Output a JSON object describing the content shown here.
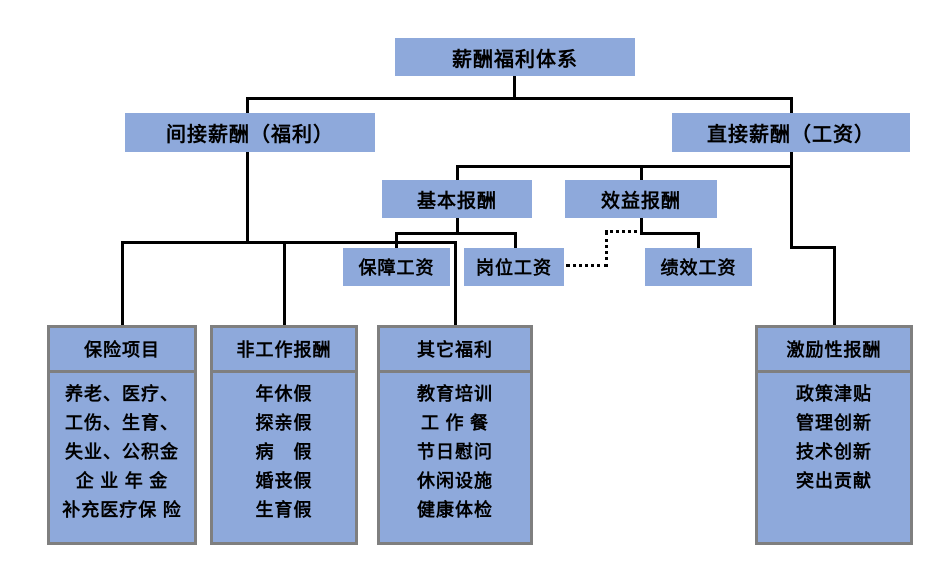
{
  "diagram": {
    "title_node": {
      "label": "薪酬福利体系"
    },
    "level2": {
      "indirect": {
        "label": "间接薪酬（福利）"
      },
      "direct": {
        "label": "直接薪酬（工资）"
      }
    },
    "level3": {
      "basic": {
        "label": "基本报酬"
      },
      "benefit": {
        "label": "效益报酬"
      }
    },
    "wages": {
      "guarantee": {
        "label": "保障工资"
      },
      "position": {
        "label": "岗位工资"
      },
      "performance": {
        "label": "绩效工资"
      }
    },
    "panels": {
      "insurance": {
        "title": "保险项目",
        "lines": [
          "养老、医疗、",
          "工伤、生育、",
          "失业、公积金",
          "企 业 年 金",
          "补充医疗保 险"
        ]
      },
      "nonwork": {
        "title": "非工作报酬",
        "lines": [
          "年休假",
          "探亲假",
          "病　假",
          "婚丧假",
          "生育假"
        ]
      },
      "other": {
        "title": "其它福利",
        "lines": [
          "教育培训",
          "工 作 餐",
          "节日慰问",
          "休闲设施",
          "健康体检"
        ]
      },
      "incentive": {
        "title": "激励性报酬",
        "lines": [
          "政策津贴",
          "管理创新",
          "技术创新",
          "突出贡献"
        ]
      }
    },
    "colors": {
      "box_fill": "#8EA9DB",
      "panel_border": "#7F7F7F",
      "connector": "#000000"
    }
  }
}
